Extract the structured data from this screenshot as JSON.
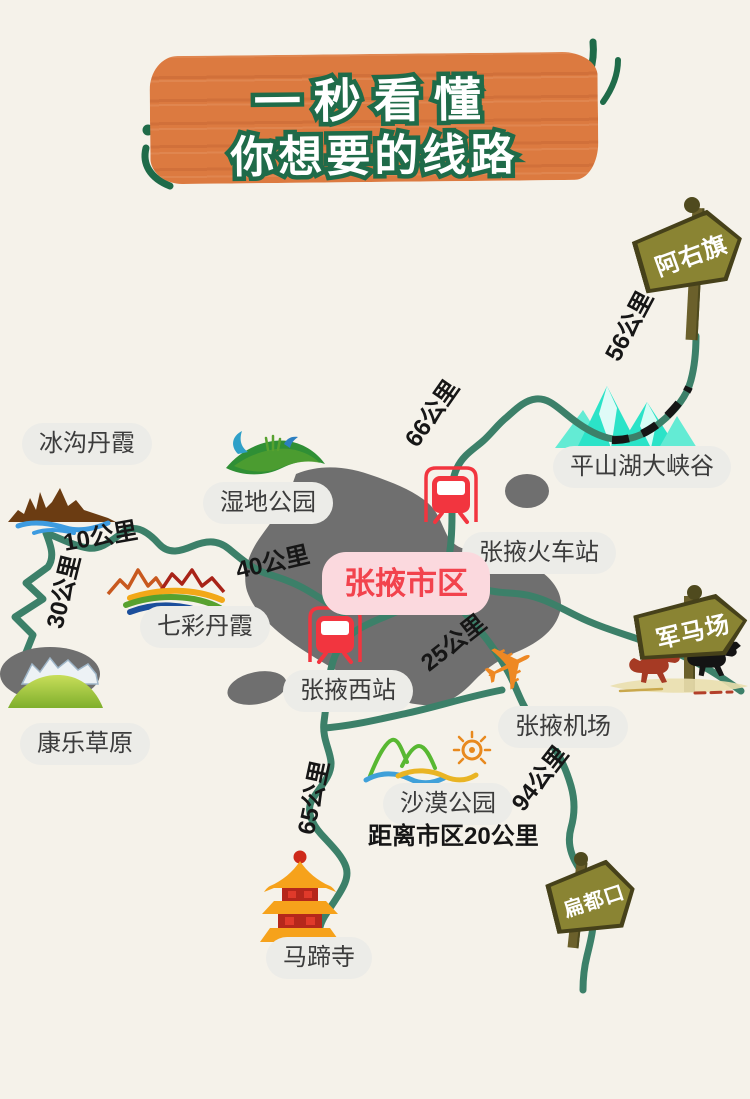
{
  "title": {
    "line1": "一秒看懂",
    "line2": "你想要的线路"
  },
  "city_label": "张掖市区",
  "places": {
    "binggou": "冰沟丹霞",
    "shidi": "湿地公园",
    "pingshanhu": "平山湖大峡谷",
    "huochezhan": "张掖火车站",
    "qicai": "七彩丹霞",
    "xizhan": "张掖西站",
    "kangle": "康乐草原",
    "jichang": "张掖机场",
    "shamo": "沙漠公园",
    "shamo_note": "距离市区20公里",
    "mati": "马蹄寺"
  },
  "signposts": {
    "ayouqi": "阿右旗",
    "junmachang": "军马场",
    "biandukou": "扁都口"
  },
  "distances": {
    "d56": "56公里",
    "d66": "66公里",
    "d10": "10公里",
    "d30": "30公里",
    "d40": "40公里",
    "d25": "25公里",
    "d65": "65公里",
    "d94": "94公里"
  },
  "icons": {
    "train": "train-station-icon",
    "plane": "airplane-icon",
    "pagoda": "temple-pagoda-icon",
    "horses": "running-horses-icon",
    "canyon": "cyan-canyon-mountains-icon",
    "danxia_rocks": "brown-rocks-river-icon",
    "rainbow": "rainbow-danxia-icon",
    "grassland": "grassland-hill-icon",
    "wetland": "wetland-park-icon",
    "desert": "desert-park-icon",
    "quotes": "brush-quote-marks"
  },
  "colors": {
    "background": "#f5f2ea",
    "road": "#3c8069",
    "city_gray": "#6f6f6f",
    "pill_bg": "#ecece8",
    "banner_orange": "#dc7a40",
    "outline_green": "#1f6b49",
    "highlight_bg": "#fbd9de",
    "highlight_text": "#f2434d",
    "train_red": "#f2353f",
    "plane_orange": "#ee8823",
    "sign_khaki": "#8a8433",
    "canyon_cyan": "#2be3c8"
  }
}
